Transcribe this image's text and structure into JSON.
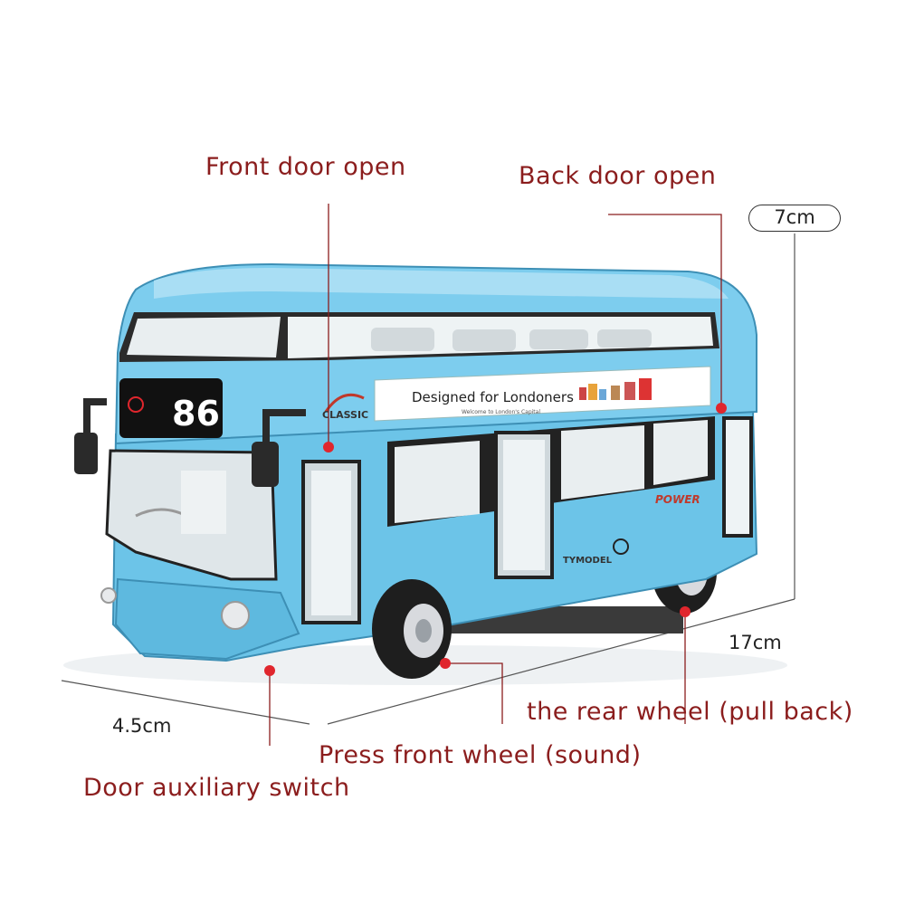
{
  "labels": {
    "front_door_open": "Front door open",
    "back_door_open": "Back door open",
    "rear_wheel": "the rear wheel (pull back)",
    "press_front_wheel": "Press front wheel (sound)",
    "door_auxiliary_switch": "Door auxiliary switch"
  },
  "dimensions": {
    "height": "7cm",
    "length": "17cm",
    "width": "4.5cm"
  },
  "bus": {
    "route_number": "86",
    "banner_text": "Designed for Londoners",
    "banner_subtext": "Welcome to London's Capital",
    "side_logo_text": "CLASSIC",
    "power_text": "POWER",
    "model_text": "TYMODEL",
    "body_color": "#6cc4e8",
    "accent_color": "#8b1d1d"
  },
  "colors": {
    "annotation_red": "#8b1d1d",
    "marker_red": "#e0262d",
    "background": "#ffffff"
  }
}
